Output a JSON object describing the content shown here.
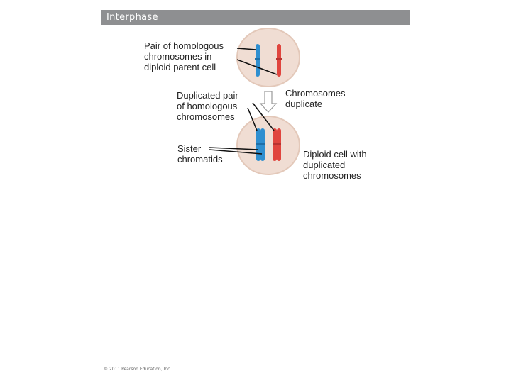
{
  "header": {
    "title": "Interphase"
  },
  "labels": {
    "homologous_pair": [
      "Pair of homologous",
      "chromosomes in",
      "diploid parent cell"
    ],
    "duplicated_pair": [
      "Duplicated pair",
      "of homologous",
      "chromosomes"
    ],
    "sister_chromatids": [
      "Sister",
      "chromatids"
    ],
    "chromosomes_duplicate": [
      "Chromosomes",
      "duplicate"
    ],
    "diploid_cell": [
      "Diploid cell with",
      "duplicated",
      "chromosomes"
    ]
  },
  "footer": {
    "copyright": "© 2011 Pearson Education, Inc."
  },
  "colors": {
    "cell_fill": "#f0ddd3",
    "cell_edge": "#e3c8b9",
    "chromosome_blue": "#2f8fd0",
    "chromosome_red": "#e0453e",
    "header_bg": "#8e8f91"
  }
}
